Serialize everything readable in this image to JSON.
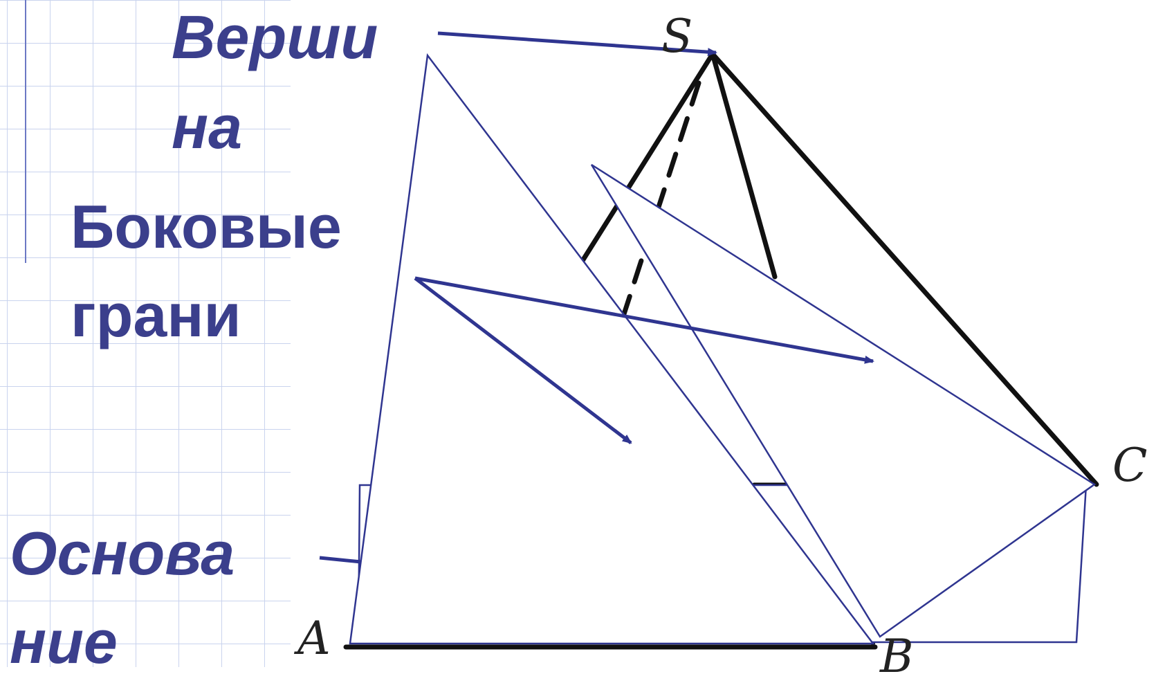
{
  "labels": {
    "vertex_line1": "Верши",
    "vertex_line2": "на",
    "faces_line1": "Боковые",
    "faces_line2": "грани",
    "base_line1": "Основа",
    "base_line2": "ние"
  },
  "points": {
    "S": "S",
    "A": "A",
    "B": "B",
    "C": "C"
  },
  "colors": {
    "label": "#3b3f8c",
    "overlay_stroke": "#2f3590",
    "pyramid_edge": "#111111",
    "grid": "#c9d3ee"
  }
}
